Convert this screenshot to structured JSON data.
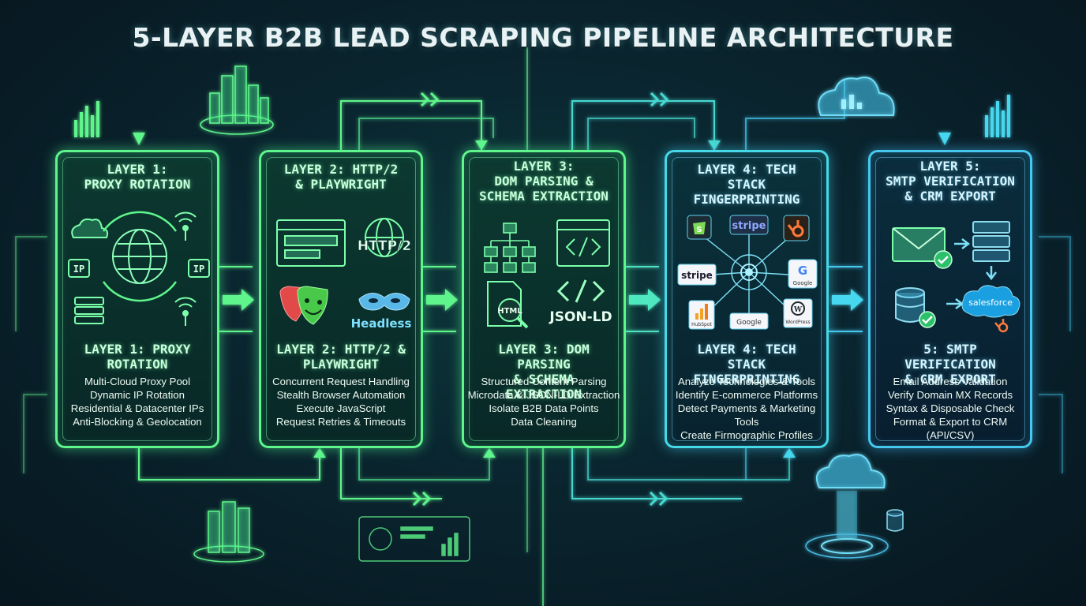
{
  "title": "5-LAYER B2B LEAD SCRAPING PIPELINE ARCHITECTURE",
  "colors": {
    "green": "#5ef58c",
    "cyan": "#46d8e6",
    "background": "#0a2630"
  },
  "layers": [
    {
      "heading": "LAYER 1:\nPROXY ROTATION",
      "subheading": "LAYER 1: PROXY\nROTATION",
      "icons": [
        "cloud-icon",
        "globe-icon",
        "ip-badge-icon",
        "ip-badge-icon",
        "wifi-tower-icon",
        "server-icon",
        "rotation-arrows-icon"
      ],
      "icon_labels": [
        "IP",
        "IP"
      ],
      "items": [
        "Multi-Cloud Proxy Pool",
        "Dynamic IP Rotation",
        "Residential & Datacenter IPs",
        "Anti-Blocking & Geolocation"
      ]
    },
    {
      "heading": "LAYER 2: HTTP/2\n& PLAYWRIGHT",
      "subheading": "LAYER 2: HTTP/2 &\nPLAYWRIGHT",
      "icons": [
        "browser-window-icon",
        "globe-icon",
        "theater-masks-icon",
        "headless-mask-icon"
      ],
      "icon_labels": [
        "HTTP/2",
        "Headless"
      ],
      "items": [
        "Concurrent Request Handling",
        "Stealth Browser Automation",
        "Execute JavaScript",
        "Request Retries & Timeouts"
      ]
    },
    {
      "heading": "LAYER 3:\nDOM PARSING &\nSCHEMA EXTRACTION",
      "subheading": "LAYER 3: DOM PARSING\n& SCHEMA EXTRACTION",
      "icons": [
        "tree-hierarchy-icon",
        "code-window-icon",
        "html-file-search-icon",
        "code-brackets-icon"
      ],
      "icon_labels": [
        "HTML",
        "JSON-LD"
      ],
      "items": [
        "Structured Content Parsing",
        "Microdata & JSON-LD Extraction",
        "Isolate B2B Data Points",
        "Data Cleaning"
      ]
    },
    {
      "heading": "LAYER 4: TECH STACK\nFINGERPRINTING",
      "subheading": "LAYER 4: TECH STACK\nFINGERPRINTING",
      "icons": [
        "shopify-icon",
        "stripe-icon",
        "hubspot-icon",
        "stripe-icon",
        "hub-gear-icon",
        "google-icon",
        "analytics-icon",
        "google-icon",
        "wordpress-icon"
      ],
      "icon_labels": [
        "stripe",
        "stripe",
        "Google",
        "HubSpot",
        "Google",
        "WordPress"
      ],
      "items": [
        "Analyze Technologies & Tools",
        "Identify E-commerce Platforms",
        "Detect Payments & Marketing Tools",
        "Create Firmographic Profiles"
      ]
    },
    {
      "heading": "LAYER 5:\nSMTP VERIFICATION\n& CRM EXPORT",
      "subheading": "5: SMTP VERIFICATION\n& CRM EXPORT",
      "icons": [
        "envelope-check-icon",
        "server-stack-icon",
        "database-check-icon",
        "salesforce-cloud-icon",
        "hubspot-icon"
      ],
      "icon_labels": [
        "salesforce"
      ],
      "items": [
        "Email Address Validation",
        "Verify Domain MX Records",
        "Syntax & Disposable Check",
        "Format & Export to CRM (API/CSV)"
      ]
    }
  ]
}
